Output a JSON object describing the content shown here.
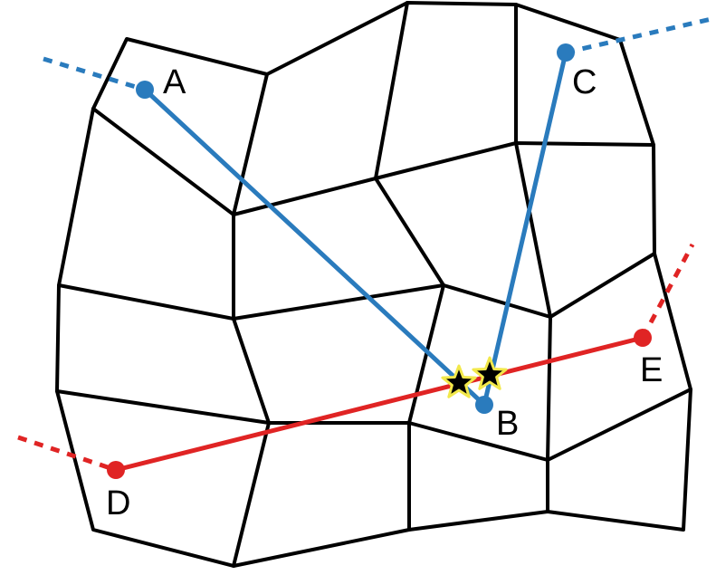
{
  "colors": {
    "mesh": "#000000",
    "path_blue": "#2a7bbd",
    "path_red": "#e02424",
    "intersection_star_fill": "#000000",
    "intersection_star_outline": "#f2e84a"
  },
  "points": [
    {
      "id": "A",
      "label": "A",
      "color": "blue"
    },
    {
      "id": "B",
      "label": "B",
      "color": "blue"
    },
    {
      "id": "C",
      "label": "C",
      "color": "blue"
    },
    {
      "id": "D",
      "label": "D",
      "color": "red"
    },
    {
      "id": "E",
      "label": "E",
      "color": "red"
    }
  ],
  "segments": [
    {
      "from": "A",
      "to": "B",
      "color": "blue"
    },
    {
      "from": "C",
      "to": "B",
      "color": "blue"
    },
    {
      "from": "D",
      "to": "E",
      "color": "red"
    }
  ],
  "dashed_extensions": [
    {
      "point": "A",
      "color": "blue"
    },
    {
      "point": "C",
      "color": "blue"
    },
    {
      "point": "D",
      "color": "red"
    },
    {
      "point": "E",
      "color": "red"
    }
  ],
  "intersections": [
    {
      "segments": [
        "A-B",
        "D-E"
      ],
      "marker": "star"
    },
    {
      "segments": [
        "C-B",
        "D-E"
      ],
      "marker": "star"
    }
  ]
}
